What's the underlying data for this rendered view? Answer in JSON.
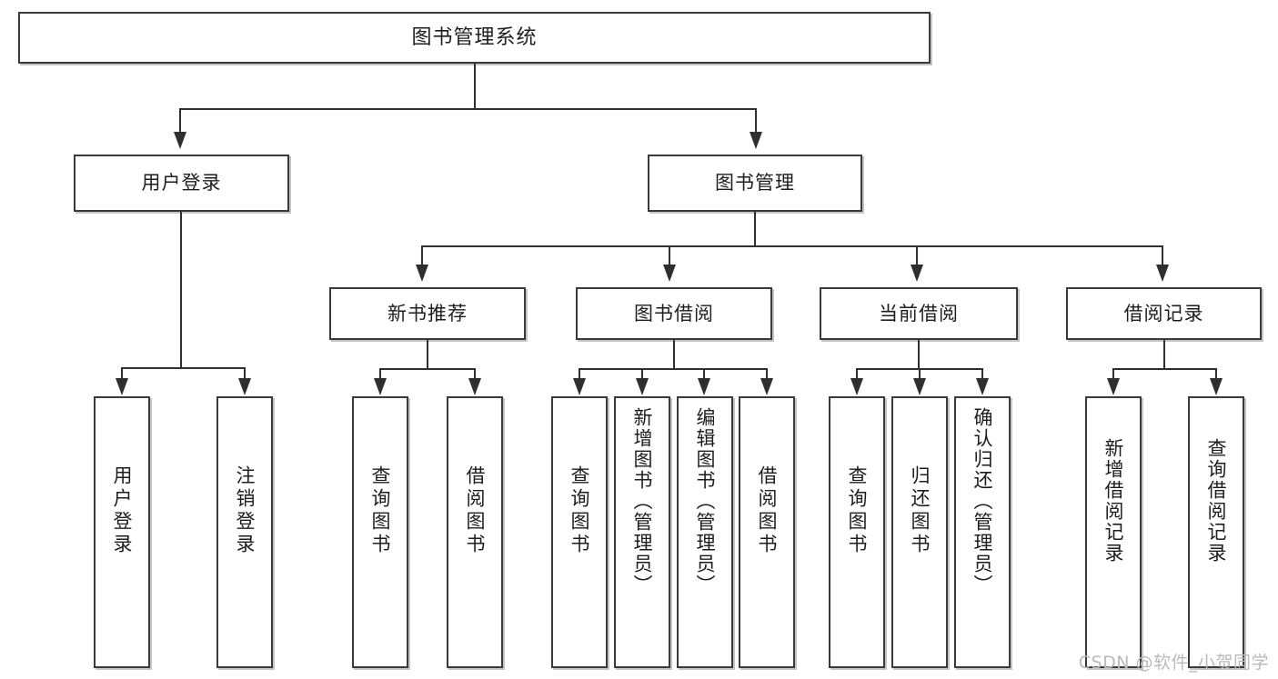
{
  "diagram": {
    "title": "图书管理系统",
    "type": "tree-hierarchy-chart",
    "colors": {
      "border": "#3a3a3a",
      "edge": "#2f2f2f",
      "background": "#ffffff",
      "watermark": "#b9b9b9"
    },
    "nodes": {
      "root": {
        "label": "图书管理系统"
      },
      "level2": [
        {
          "label": "用户登录"
        },
        {
          "label": "图书管理"
        }
      ],
      "level3": [
        {
          "label": "新书推荐"
        },
        {
          "label": "图书借阅"
        },
        {
          "label": "当前借阅"
        },
        {
          "label": "借阅记录"
        }
      ],
      "leaves": {
        "user_login": [
          {
            "label": "用户登录"
          },
          {
            "label": "注销登录"
          }
        ],
        "new_book": [
          {
            "label": "查询图书"
          },
          {
            "label": "借阅图书"
          }
        ],
        "book_borrow": [
          {
            "label": "查询图书"
          },
          {
            "label": "新增图书（管理员）"
          },
          {
            "label": "编辑图书（管理员）"
          },
          {
            "label": "借阅图书"
          }
        ],
        "current_borrow": [
          {
            "label": "查询图书"
          },
          {
            "label": "归还图书"
          },
          {
            "label": "确认归还（管理员）"
          }
        ],
        "borrow_record": [
          {
            "label": "新增借阅记录"
          },
          {
            "label": "查询借阅记录"
          }
        ]
      }
    },
    "watermark": "CSDN @软件_小贺同学"
  }
}
